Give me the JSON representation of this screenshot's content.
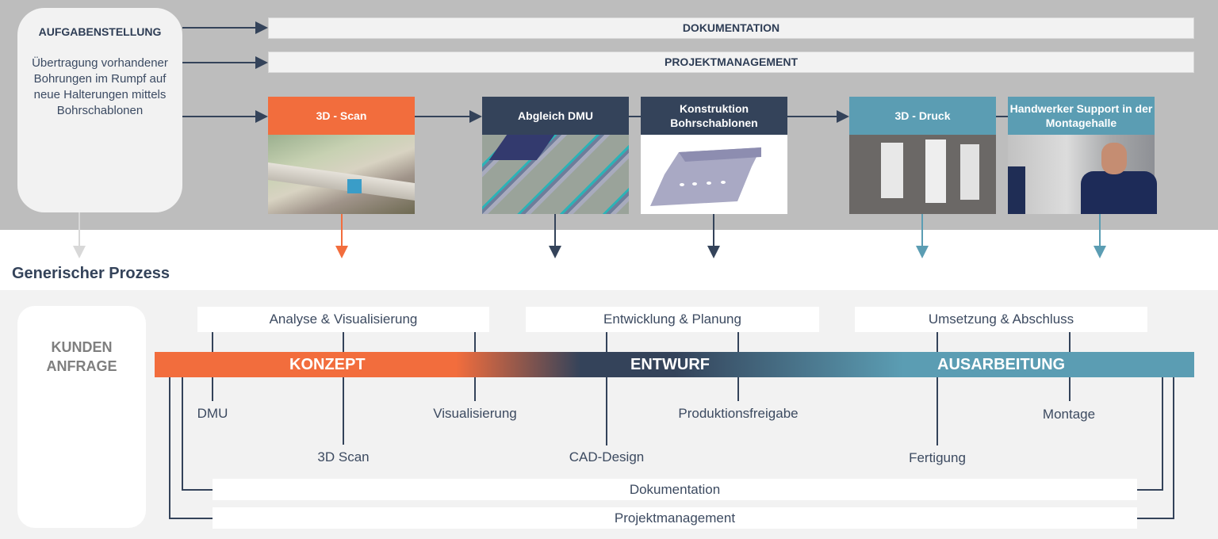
{
  "task": {
    "title": "AUFGABENSTELLUNG",
    "description": "Übertragung vorhandener Bohrungen im Rumpf auf neue Halterungen mittels Bohrschablonen"
  },
  "top_bars": [
    "DOKUMENTATION",
    "PROJEKTMANAGEMENT"
  ],
  "cards": [
    {
      "label": "3D - Scan",
      "color": "#f26d3d",
      "image": "aircraft fuselage 3d scan photo"
    },
    {
      "label": "Abgleich DMU",
      "color": "#34435a",
      "image": "dmu cad render"
    },
    {
      "label": "Konstruktion Bohrschablonen",
      "color": "#34435a",
      "image": "drill template cad model"
    },
    {
      "label": "3D - Druck",
      "color": "#5b9db3",
      "image": "3d printed brackets photo"
    },
    {
      "label": "Handwerker Support in der Montagehalle",
      "color": "#5b9db3",
      "image": "technicians in assembly hall photo"
    }
  ],
  "section_title": "Generischer Prozess",
  "customer_request": "KUNDEN ANFRAGE",
  "phase_groups": [
    "Analyse & Visualisierung",
    "Entwicklung & Planung",
    "Umsetzung & Abschluss"
  ],
  "phases": [
    "KONZEPT",
    "ENTWURF",
    "AUSARBEITUNG"
  ],
  "steps": {
    "dmu": "DMU",
    "scan": "3D Scan",
    "visualisierung": "Visualisierung",
    "cad": "CAD-Design",
    "freigabe": "Produktionsfreigabe",
    "fertigung": "Fertigung",
    "montage": "Montage"
  },
  "bottom_bars": [
    "Dokumentation",
    "Projektmanagement"
  ],
  "colors": {
    "orange": "#f26d3d",
    "navy": "#34435a",
    "teal": "#5b9db3"
  }
}
